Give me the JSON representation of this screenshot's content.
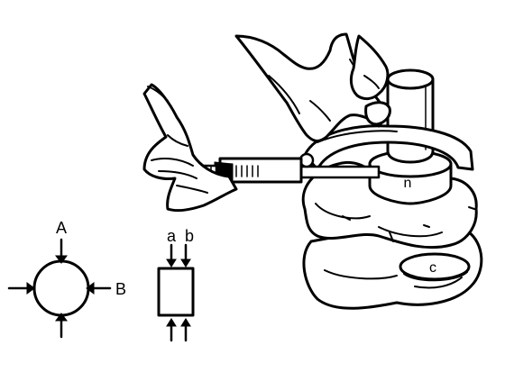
{
  "diagram": {
    "labels": {
      "diameter_a": "A",
      "diameter_b": "B",
      "side_a": "a",
      "side_b": "b",
      "journal_upper": "n",
      "journal_lower": "c"
    },
    "colors": {
      "ink": "#000000",
      "paper": "#ffffff"
    },
    "icons": [
      "hand-icon",
      "micrometer-icon",
      "crankshaft-icon",
      "arrow-icon"
    ]
  }
}
